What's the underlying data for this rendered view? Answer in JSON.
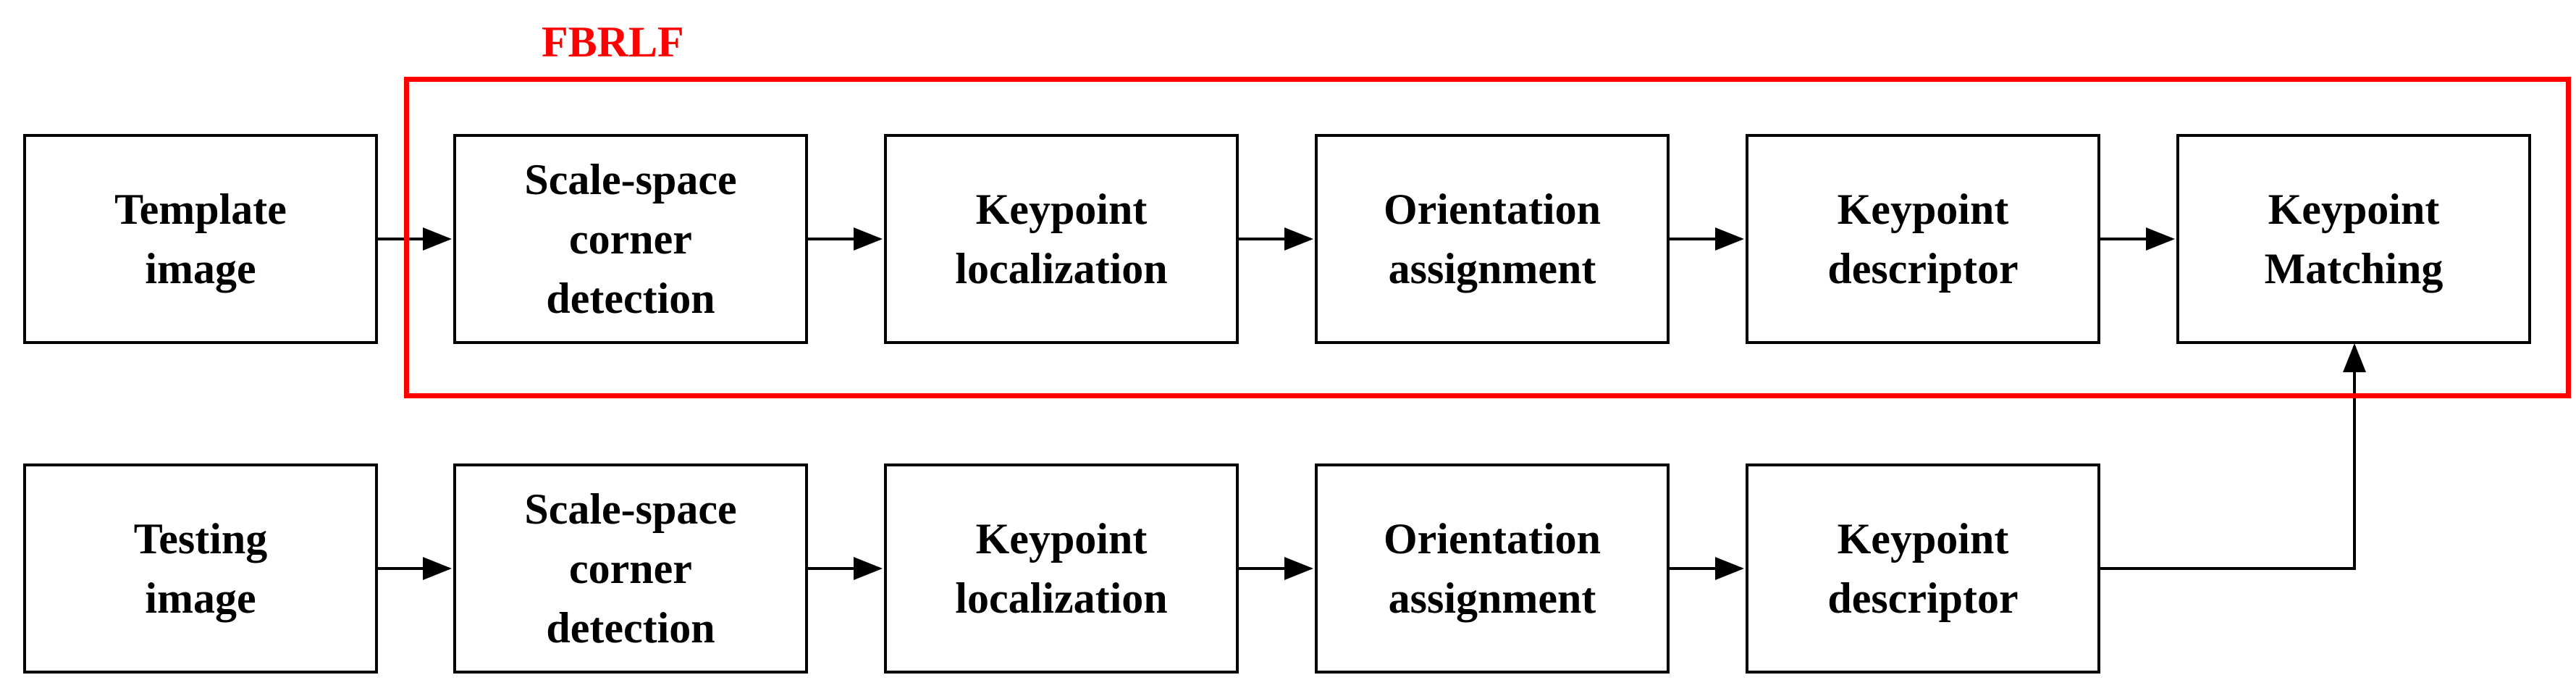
{
  "colors": {
    "frame": "#ff0000",
    "stroke": "#000000",
    "text": "#000000"
  },
  "frame": {
    "label": "FBRLF"
  },
  "rows": {
    "template": {
      "input": "Template\nimage",
      "steps": [
        "Scale-space\ncorner\ndetection",
        "Keypoint\nlocalization",
        "Orientation\nassignment",
        "Keypoint\ndescriptor",
        "Keypoint\nMatching"
      ]
    },
    "testing": {
      "input": "Testing\nimage",
      "steps": [
        "Scale-space\ncorner\ndetection",
        "Keypoint\nlocalization",
        "Orientation\nassignment",
        "Keypoint\ndescriptor"
      ]
    }
  }
}
